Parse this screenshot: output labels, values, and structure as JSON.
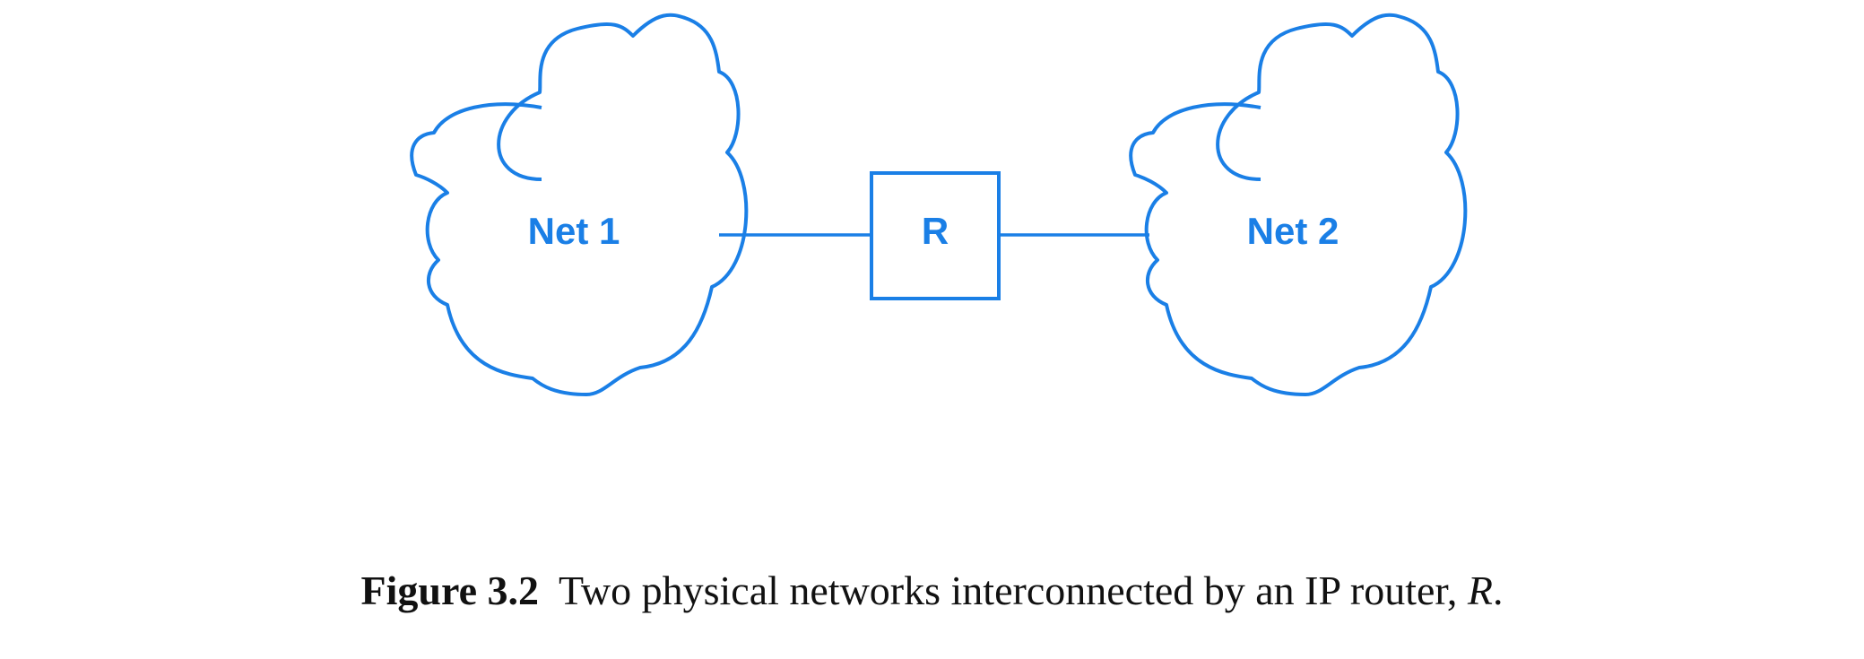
{
  "diagram": {
    "nodes": {
      "net1": {
        "label": "Net 1",
        "shape": "cloud"
      },
      "router": {
        "label": "R",
        "shape": "box"
      },
      "net2": {
        "label": "Net 2",
        "shape": "cloud"
      }
    },
    "edges": [
      {
        "from": "net1",
        "to": "router"
      },
      {
        "from": "router",
        "to": "net2"
      }
    ],
    "accent_color": "#1a7fe6"
  },
  "caption": {
    "figure_number": "Figure 3.2",
    "text": "Two physical networks interconnected by an IP router,",
    "variable": "R",
    "end": "."
  }
}
